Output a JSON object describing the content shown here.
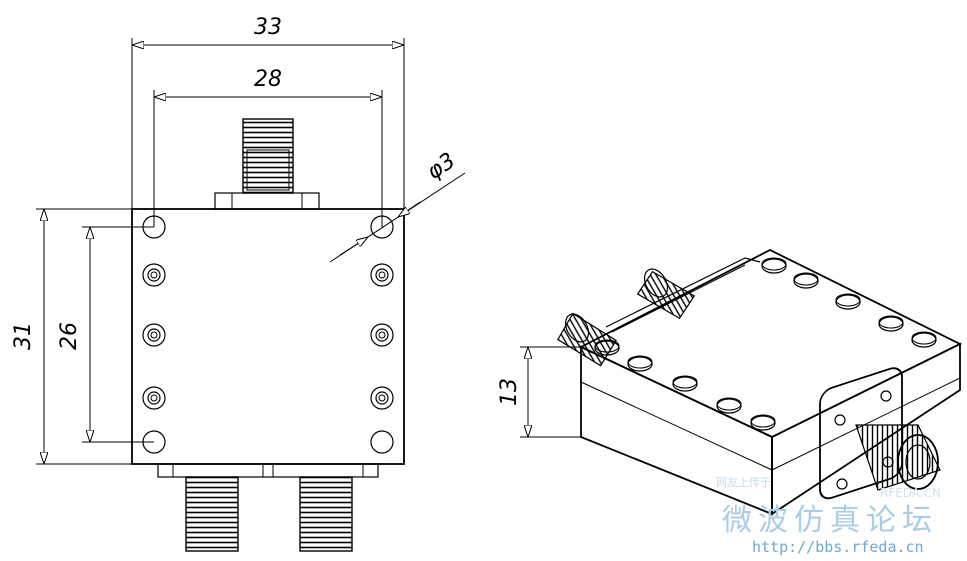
{
  "dimensions": {
    "overall_width": "33",
    "hole_spacing_width": "28",
    "hole_diameter": "φ3",
    "overall_height": "31",
    "hole_spacing_height": "26",
    "iso_height": "13"
  },
  "watermark": {
    "small_text": "网友上传于",
    "logo_text": "RFEDA.CN",
    "forum_name": "微波仿真论坛",
    "url": "http://bbs.rfeda.cn"
  }
}
